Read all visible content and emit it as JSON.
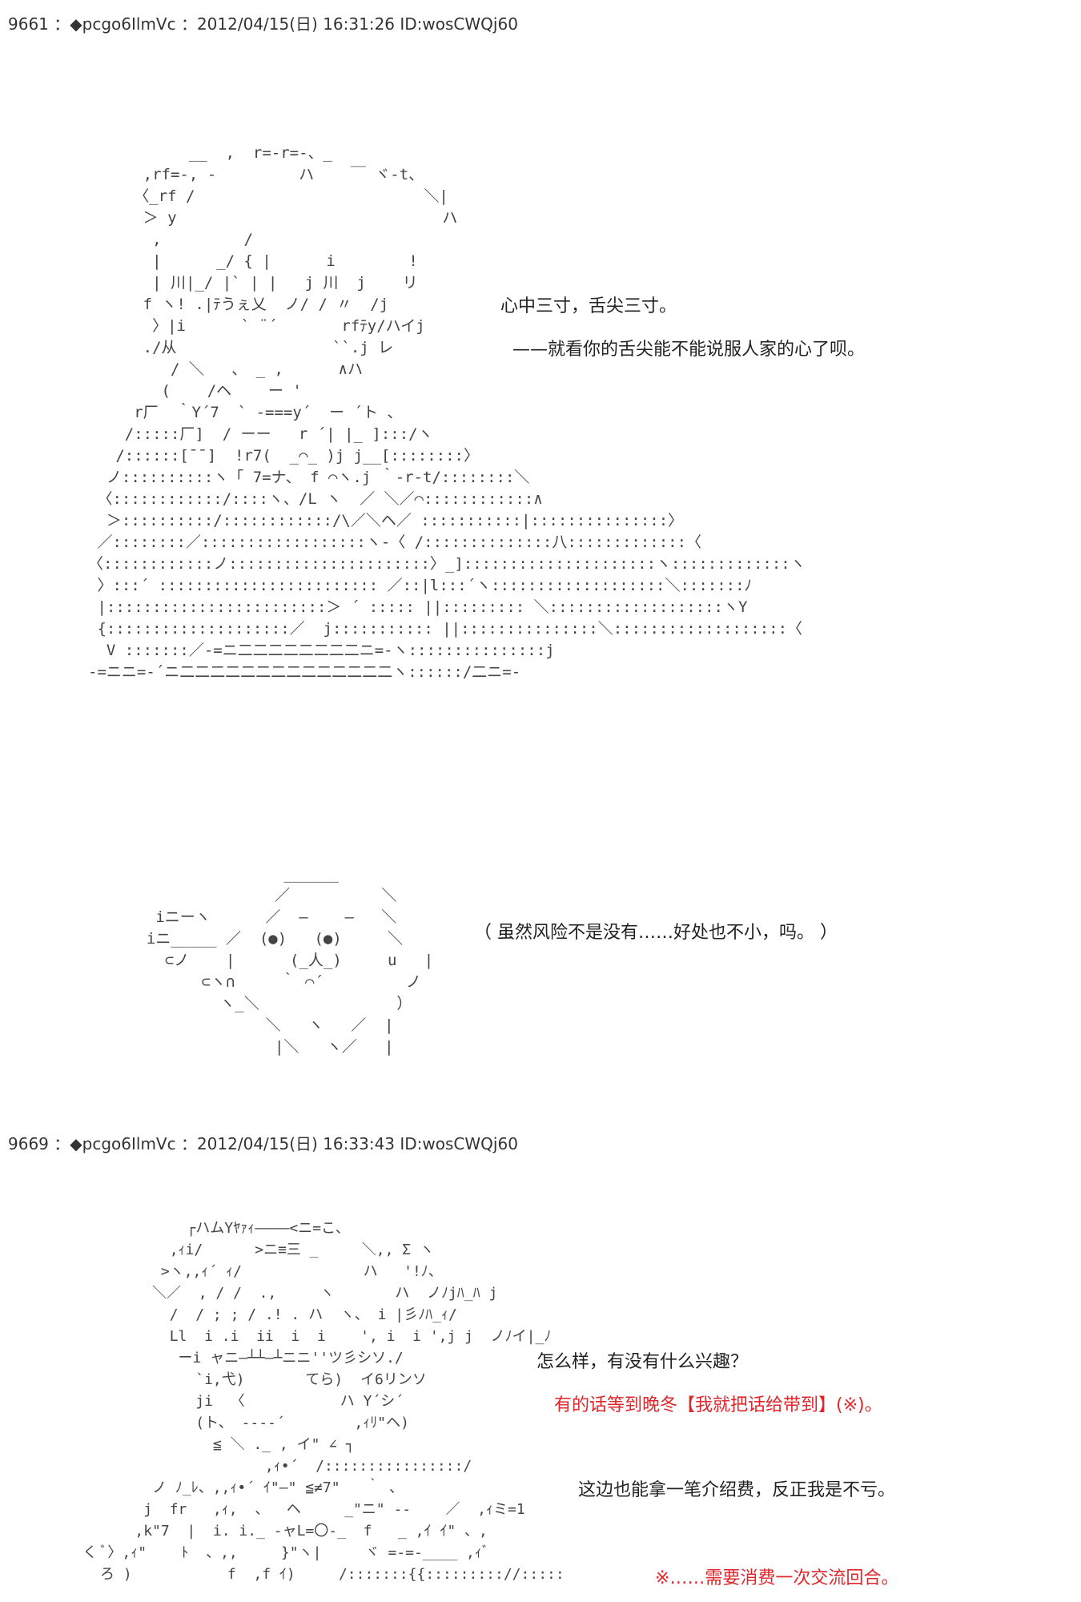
{
  "posts": [
    {
      "header": "9661 ：◆pcgo6IlmVc ：2012/04/15(日) 16:31:26 ID:wosCWQj60",
      "lines": [
        "心中三寸，舌尖三寸。",
        "——就看你的舌尖能不能说服人家的心了呗。",
        "（ 虽然风险不是没有……好处也不小，吗。 ）"
      ]
    },
    {
      "header": "9669 ：◆pcgo6IlmVc ：2012/04/15(日) 16:33:43 ID:wosCWQj60",
      "lines": [
        "怎么样，有没有什么兴趣？",
        "有的话等到晚冬【我就把话给带到】(※)。",
        "这边也能拿一笔介绍费，反正我是不亏。",
        "※……需要消费一次交流回合。"
      ]
    }
  ],
  "colors": {
    "text": "#222222",
    "highlight": "#e0262b"
  }
}
